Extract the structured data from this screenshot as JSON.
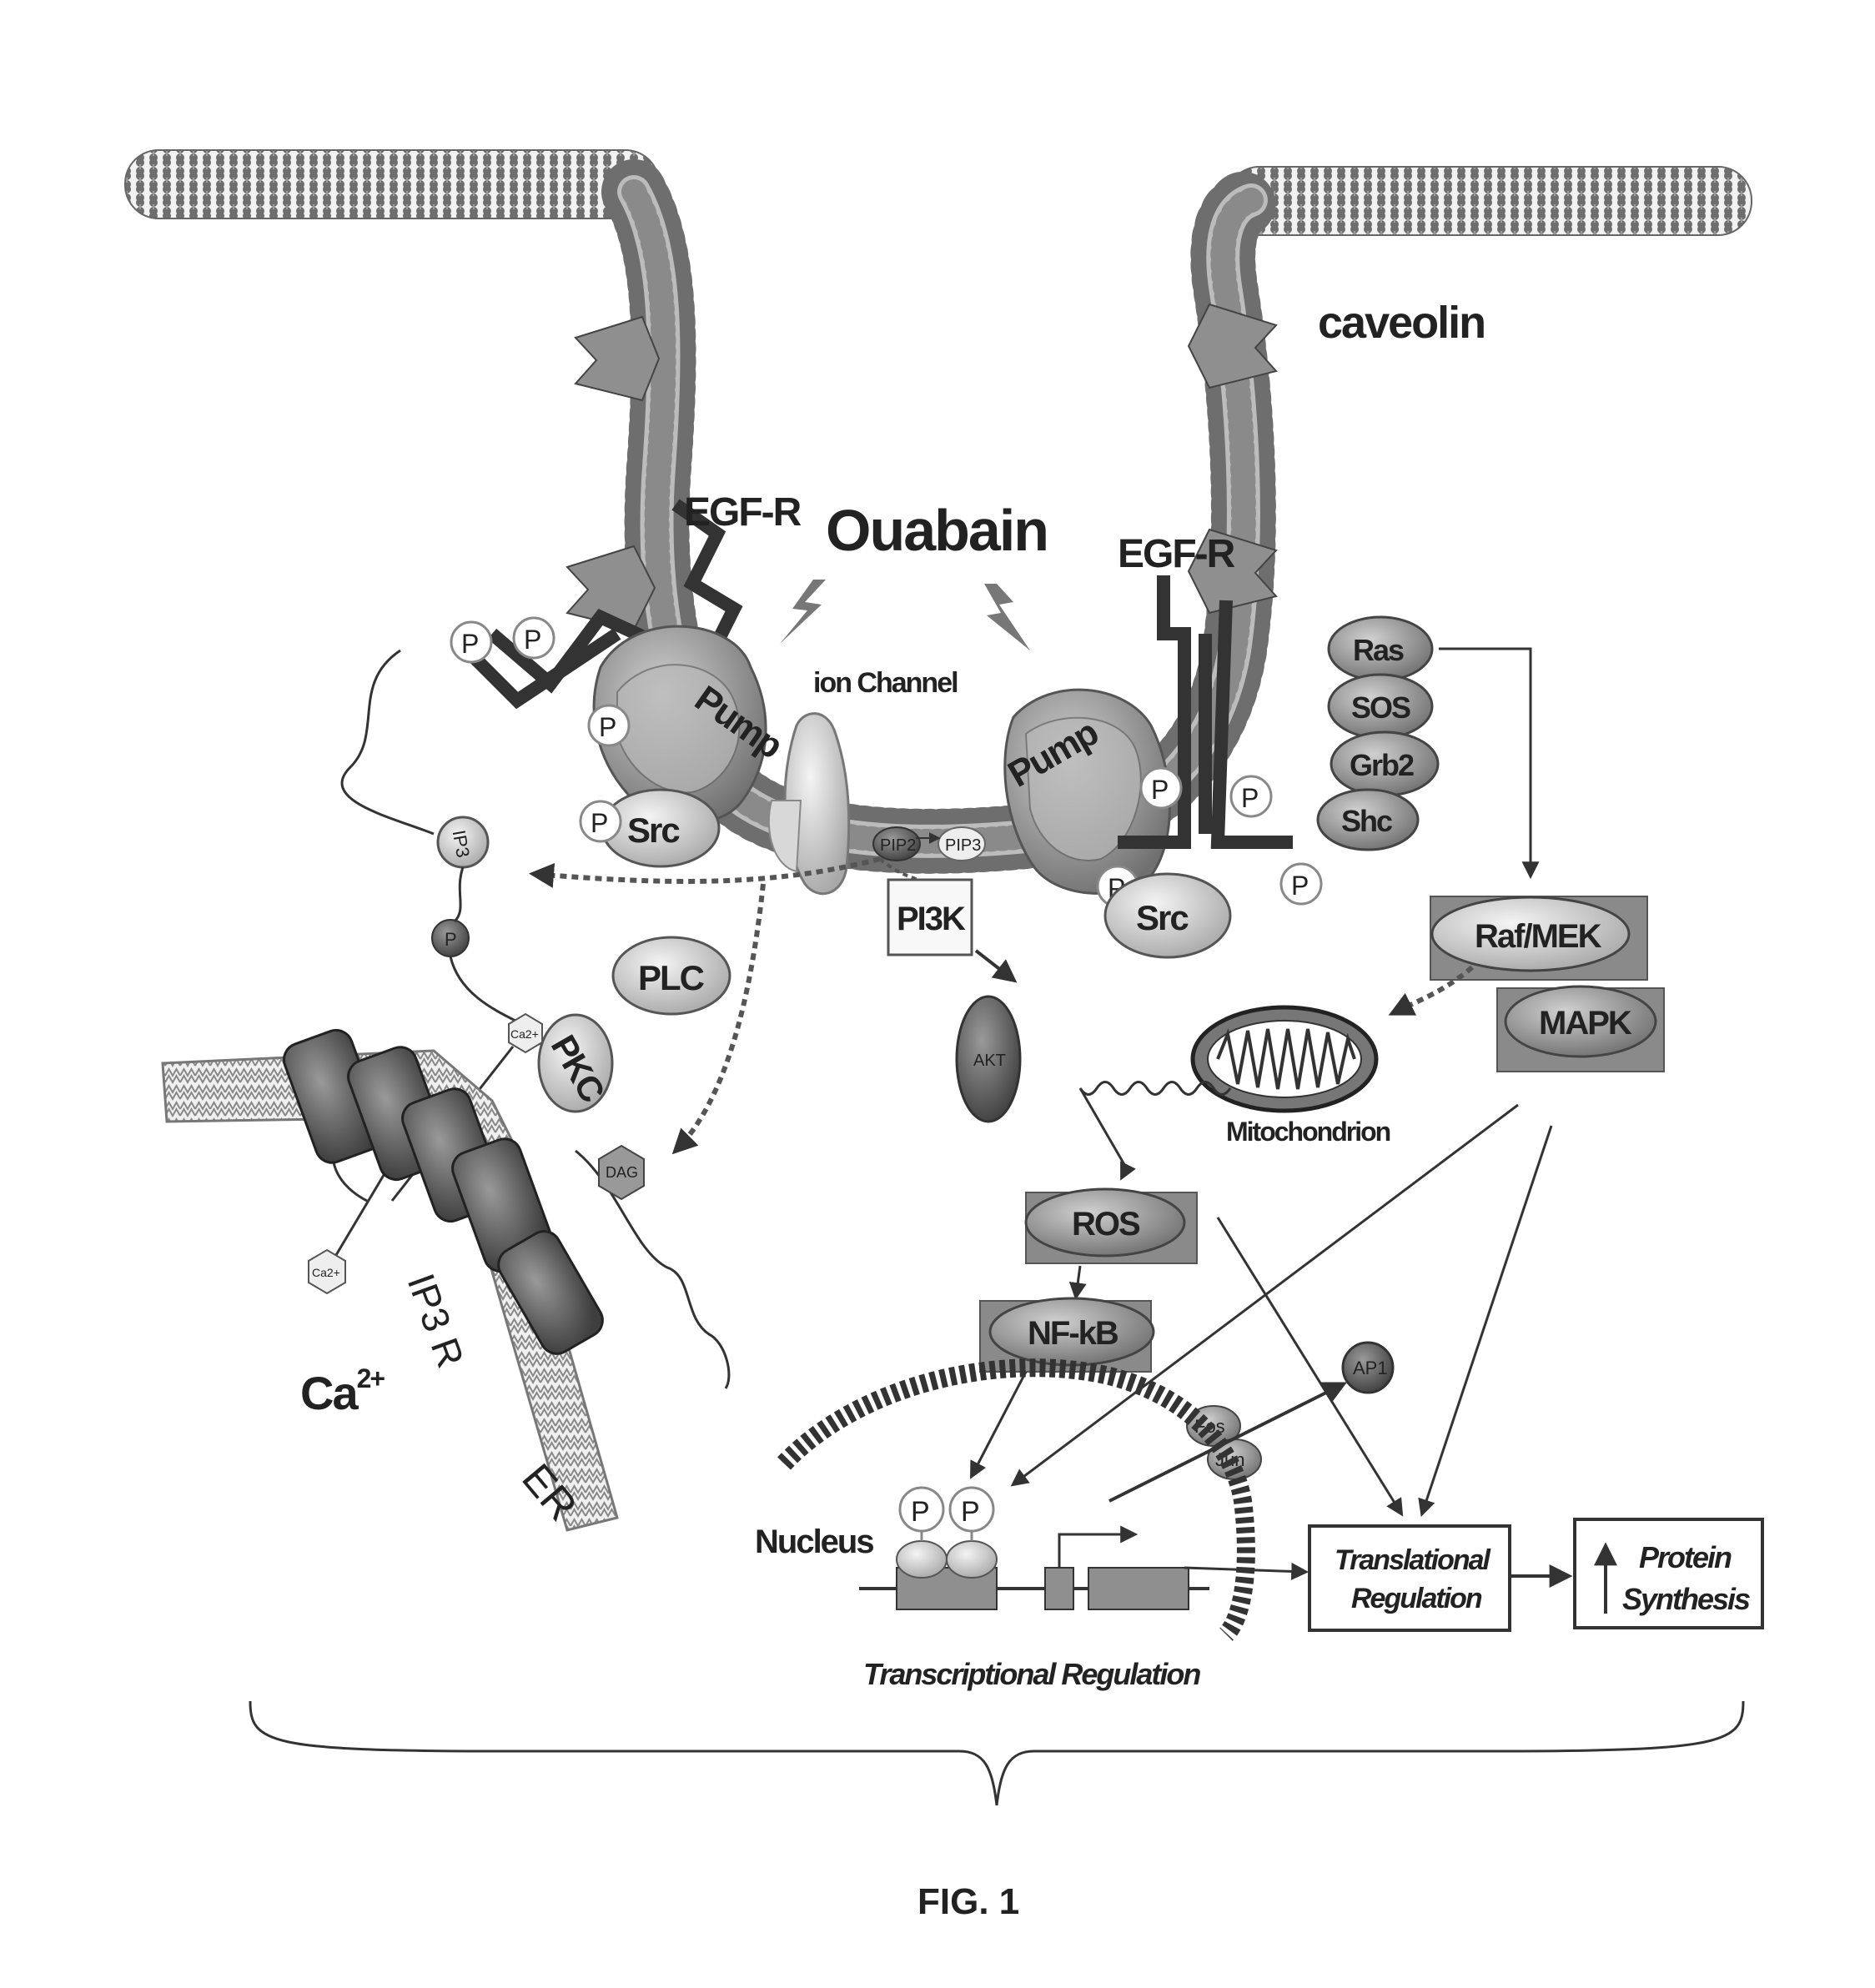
{
  "labels": {
    "caveolin": "caveolin",
    "egfr_left": "EGF-R",
    "egfr_right": "EGF-R",
    "ouabain": "Ouabain",
    "pump_left": "Pump",
    "pump_right": "Pump",
    "ion_channel": "ion Channel",
    "src_left": "Src",
    "src_right": "Src",
    "pip2": "PIP2",
    "pip3": "PIP3",
    "pi3k": "PI3K",
    "akt": "AKT",
    "plc": "PLC",
    "ip3": "IP3",
    "pkc": "PKC",
    "dag": "DAG",
    "ca2_a": "Ca2+",
    "ca2_b": "Ca2+",
    "ip3r": "IP3 R",
    "ca_main": "Ca",
    "ca_main_sup": "2+",
    "er": "ER",
    "ras": "Ras",
    "sos": "SOS",
    "grb2": "Grb2",
    "shc": "Shc",
    "raf_mek": "Raf/MEK",
    "mapk": "MAPK",
    "mitochondrion": "Mitochondrion",
    "ros": "ROS",
    "nfkb": "NF-kB",
    "ap1": "AP1",
    "fos": "Fos",
    "jun": "Jun",
    "nucleus": "Nucleus",
    "p": "P",
    "transcriptional": "Transcriptional Regulation",
    "translational_1": "Translational",
    "translational_2": "Regulation",
    "protein_1": "Protein",
    "protein_2": "Synthesis",
    "fig_caption": "FIG. 1"
  },
  "colors": {
    "membrane": "#6e6e6e",
    "protein_light": "#c8c8c8",
    "protein_mid": "#9a9a9a",
    "protein_dark": "#555555",
    "receptor": "#333333"
  }
}
